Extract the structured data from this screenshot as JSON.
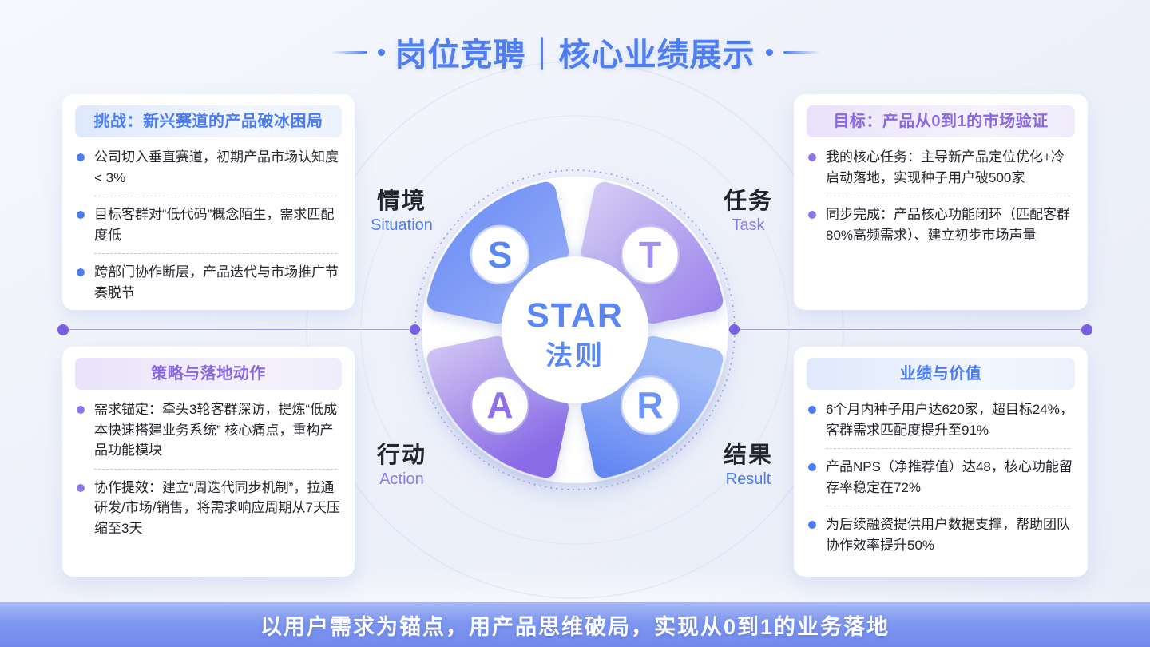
{
  "page": {
    "title": "岗位竞聘｜核心业绩展示"
  },
  "cards": {
    "challenge": {
      "header": "挑战：新兴赛道的产品破冰困局",
      "bullets": [
        "公司切入垂直赛道，初期产品市场认知度 < 3%",
        "目标客群对“低代码”概念陌生，需求匹配度低",
        "跨部门协作断层，产品迭代与市场推广节奏脱节"
      ]
    },
    "goal": {
      "header": "目标：产品从0到1的市场验证",
      "bullets": [
        "我的核心任务：主导新产品定位优化+冷启动落地，实现种子用户破500家",
        "同步完成：产品核心功能闭环（匹配客群80%高频需求）、建立初步市场声量"
      ]
    },
    "strategy": {
      "header": "策略与落地动作",
      "bullets": [
        "需求锚定：牵头3轮客群深访，提炼“低成本快速搭建业务系统” 核心痛点，重构产品功能模块",
        "协作提效：建立“周迭代同步机制”，拉通研发/市场/销售，将需求响应周期从7天压缩至3天"
      ]
    },
    "results": {
      "header": "业绩与价值",
      "bullets": [
        "6个月内种子用户达620家，超目标24%，客群需求匹配度提升至91%",
        "产品NPS（净推荐值）达48，核心功能留存率稳定在72%",
        "为后续融资提供用户数据支撑，帮助团队协作效率提升50%"
      ]
    }
  },
  "diagram": {
    "center": {
      "line1": "STAR",
      "line2": "法则"
    },
    "quadrants": [
      {
        "letter": "S",
        "label_zh": "情境",
        "label_en": "Situation"
      },
      {
        "letter": "T",
        "label_zh": "任务",
        "label_en": "Task"
      },
      {
        "letter": "A",
        "label_zh": "行动",
        "label_en": "Action"
      },
      {
        "letter": "R",
        "label_zh": "结果",
        "label_en": "Result"
      }
    ]
  },
  "footer": {
    "text": "以用户需求为锚点，用产品思维破局，实现从0到1的业务落地"
  },
  "colors": {
    "blue": "#4f7ef3",
    "purple": "#8a6ce6",
    "line_purple": "#8b7ce0",
    "text_dark": "#24262d",
    "footer_gradient_top": "#a9b9f5",
    "footer_gradient_bottom": "#7389ea"
  }
}
